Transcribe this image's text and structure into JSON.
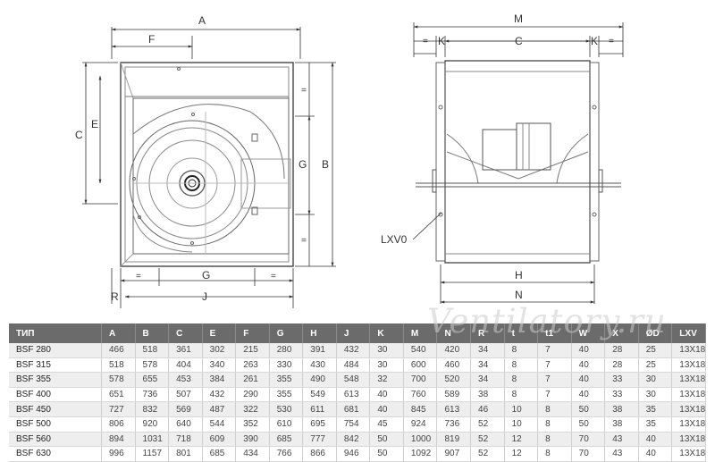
{
  "front_view": {
    "dim_A": "A",
    "dim_F": "F",
    "dim_C": "C",
    "dim_E": "E",
    "dim_B": "B",
    "dim_G": "G",
    "dim_eq_top": "=",
    "dim_eq_bottom": "=",
    "dim_eq_left": "=",
    "dim_eq_right": "=",
    "dim_G_bottom": "G",
    "dim_R": "R",
    "dim_J": "J"
  },
  "side_view": {
    "dim_M": "M",
    "dim_eq_left": "=",
    "dim_K_left": "K",
    "dim_C": "C",
    "dim_K_right": "K",
    "dim_eq_right": "=",
    "label_lxv": "LXV0",
    "dim_H": "H",
    "dim_N": "N"
  },
  "watermark": "Ventilatory.ru",
  "table": {
    "headers": [
      "ТИП",
      "A",
      "B",
      "C",
      "E",
      "F",
      "G",
      "H",
      "J",
      "K",
      "M",
      "N",
      "R",
      "t",
      "t1",
      "W",
      "X",
      "ØD",
      "LXV"
    ],
    "rows": [
      [
        "BSF 280",
        "466",
        "518",
        "361",
        "302",
        "215",
        "280",
        "391",
        "432",
        "30",
        "540",
        "420",
        "34",
        "8",
        "7",
        "40",
        "28",
        "25",
        "13X18"
      ],
      [
        "BSF 315",
        "518",
        "578",
        "404",
        "340",
        "263",
        "330",
        "430",
        "484",
        "30",
        "600",
        "460",
        "34",
        "8",
        "7",
        "40",
        "28",
        "25",
        "13X18"
      ],
      [
        "BSF 355",
        "578",
        "655",
        "453",
        "384",
        "261",
        "355",
        "490",
        "548",
        "32",
        "700",
        "520",
        "34",
        "8",
        "7",
        "40",
        "33",
        "30",
        "13X18"
      ],
      [
        "BSF 400",
        "651",
        "736",
        "507",
        "432",
        "290",
        "355",
        "549",
        "613",
        "40",
        "760",
        "589",
        "38",
        "8",
        "7",
        "40",
        "33",
        "30",
        "13X18"
      ],
      [
        "BSF 450",
        "727",
        "832",
        "569",
        "487",
        "322",
        "530",
        "611",
        "681",
        "40",
        "845",
        "613",
        "46",
        "10",
        "8",
        "50",
        "38",
        "35",
        "13X18"
      ],
      [
        "BSF 500",
        "806",
        "920",
        "640",
        "544",
        "352",
        "610",
        "695",
        "754",
        "45",
        "924",
        "736",
        "52",
        "10",
        "8",
        "50",
        "38",
        "35",
        "13X18"
      ],
      [
        "BSF 560",
        "894",
        "1031",
        "718",
        "609",
        "390",
        "685",
        "777",
        "842",
        "50",
        "1000",
        "819",
        "52",
        "12",
        "8",
        "70",
        "43",
        "40",
        "13X18"
      ],
      [
        "BSF 630",
        "996",
        "1157",
        "801",
        "685",
        "434",
        "766",
        "866",
        "946",
        "50",
        "1092",
        "907",
        "52",
        "12",
        "8",
        "70",
        "43",
        "40",
        "13X18"
      ]
    ]
  }
}
